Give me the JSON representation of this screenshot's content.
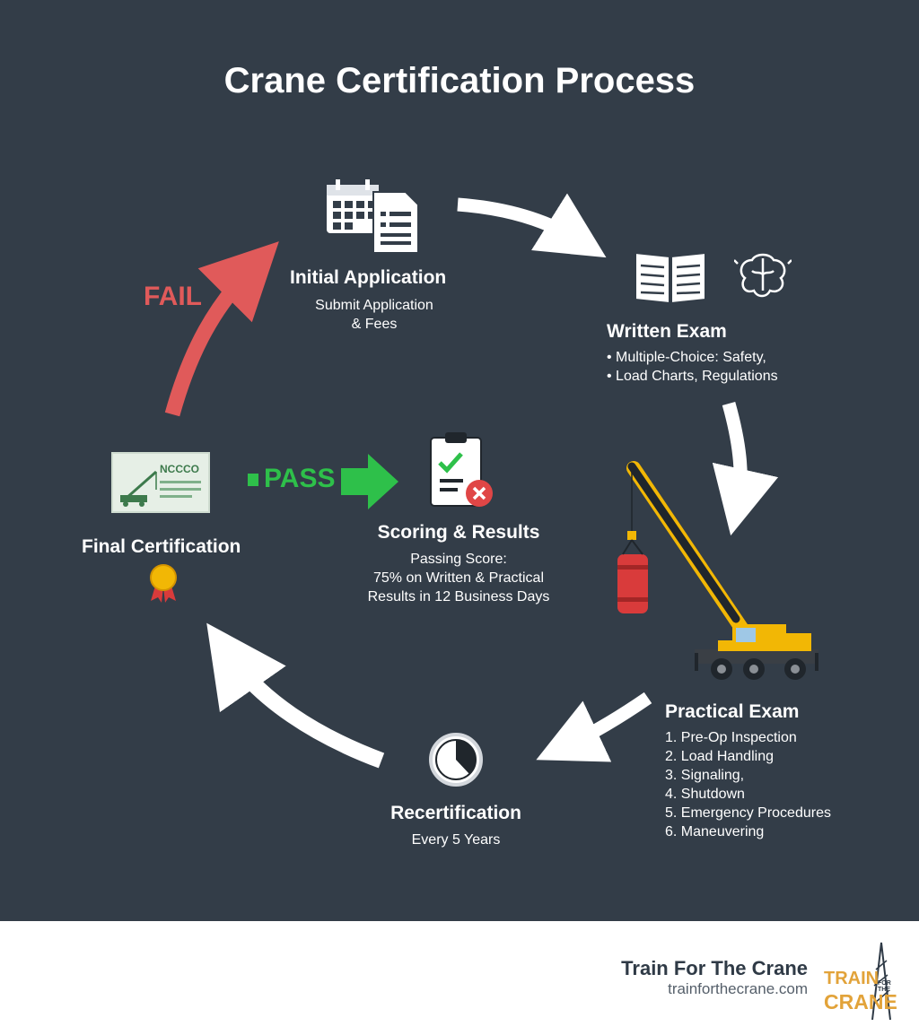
{
  "title": "Crane Certification Process",
  "steps": {
    "initial": {
      "heading": "Initial Application",
      "lines": [
        "Submit Application",
        "& Fees"
      ]
    },
    "written": {
      "heading": "Written Exam",
      "lines": [
        "• Multiple-Choice: Safety,",
        "• Load Charts, Regulations"
      ]
    },
    "practical": {
      "heading": "Practical Exam",
      "lines": [
        "1. Pre-Op Inspection",
        "2. Load Handling",
        "3. Signaling,",
        "4. Shutdown",
        "5. Emergency Procedures",
        "6. Maneuvering"
      ]
    },
    "recert": {
      "heading": "Recertification",
      "lines": [
        "Every 5 Years"
      ]
    },
    "scoring": {
      "heading": "Scoring & Results",
      "lines": [
        "Passing Score:",
        "75% on Written & Practical",
        "Results in 12 Business Days"
      ]
    },
    "final": {
      "heading": "Final Certification",
      "badge_text": "NCCCO"
    }
  },
  "labels": {
    "fail": "FAIL",
    "pass": "PASS"
  },
  "colors": {
    "background": "#333d48",
    "fail": "#e05a5a",
    "pass": "#2ec04a",
    "arrow": "#ffffff",
    "crane": "#f2b705"
  },
  "footer": {
    "name": "Train For The Crane",
    "url": "trainforthecrane.com",
    "logo_lines": [
      "TRAIN",
      "FOR THE",
      "CRANE"
    ]
  },
  "icons": [
    "calendar-icon",
    "document-icon",
    "book-icon",
    "brain-icon",
    "crane-icon",
    "clipboard-icon",
    "clock-icon",
    "certificate-icon",
    "medal-icon",
    "logo-icon"
  ]
}
